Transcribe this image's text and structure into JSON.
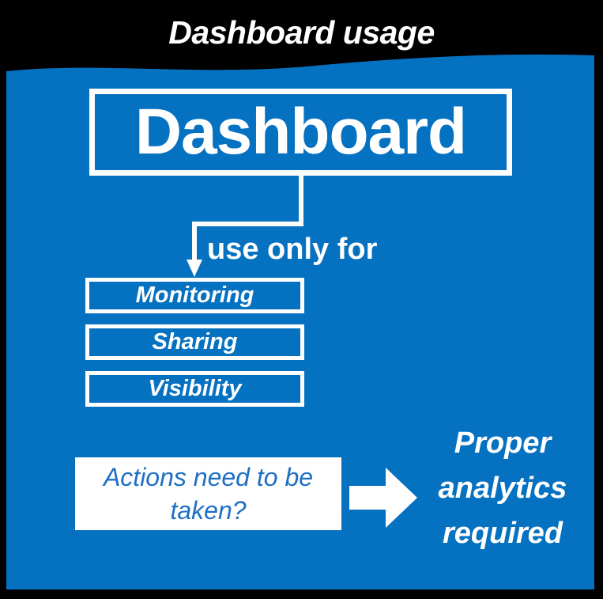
{
  "slide": {
    "title": "Dashboard usage",
    "background_color": "#000000",
    "panel_color": "#0571C1",
    "accent_color": "#ffffff",
    "question_text_color": "#1F6FC4"
  },
  "dashboard": {
    "label": "Dashboard"
  },
  "connector": {
    "caption": "use only for",
    "arrow_icon": "arrow-down-icon"
  },
  "usage": {
    "items": [
      {
        "label": "Monitoring"
      },
      {
        "label": "Sharing"
      },
      {
        "label": "Visibility"
      }
    ]
  },
  "question": {
    "lines": [
      "Actions need to be",
      "taken?"
    ]
  },
  "flow_arrow": {
    "icon": "arrow-right-block-icon"
  },
  "outcome": {
    "lines": [
      "Proper",
      "analytics",
      "required"
    ]
  }
}
